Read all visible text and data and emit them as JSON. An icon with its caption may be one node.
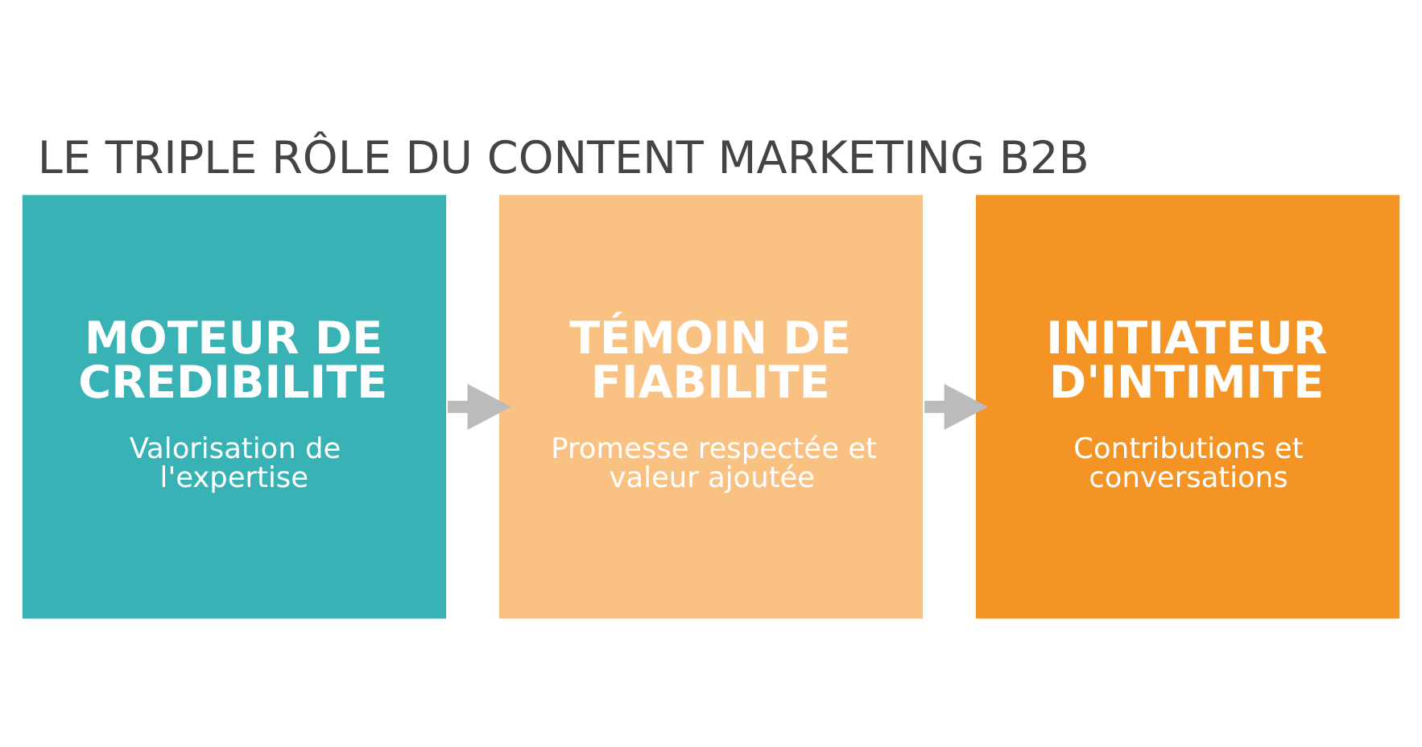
{
  "diagram": {
    "title": "LE TRIPLE RÔLE DU CONTENT MARKETING B2B",
    "nodes": [
      {
        "text": [
          "MOTEUR DE CREDIBILITE",
          "Valorisation de l'expertise"
        ]
      },
      {
        "text": [
          "TÉMOIN DE FIABILITE",
          "Promesse respectée et valeur ajoutée"
        ]
      },
      {
        "text": [
          "INITIATEUR D'INTIMITE",
          "Contributions et conversations"
        ]
      }
    ],
    "edges": [
      {
        "from": 0,
        "to": 1,
        "arrow": "to"
      },
      {
        "from": 1,
        "to": 2,
        "arrow": "to"
      }
    ]
  }
}
